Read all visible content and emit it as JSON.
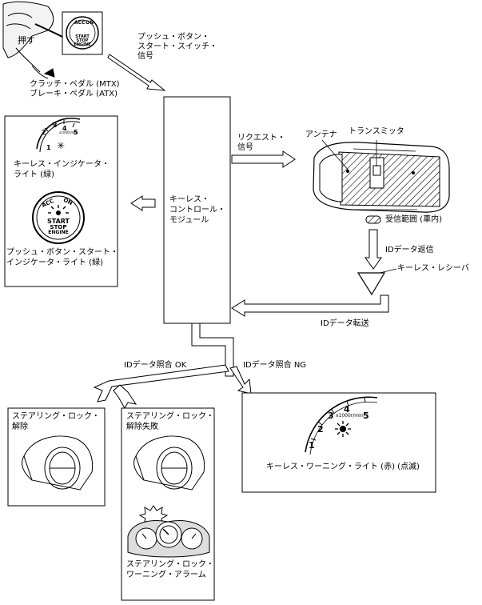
{
  "labels": {
    "push_button": [
      "プッシュ・ボタン・",
      "スタート・スイッチ・",
      "信号"
    ],
    "push_action": "押す",
    "pedal": [
      "クラッチ・ペダル (MTX)",
      "ブレーキ・ペダル (ATX)"
    ],
    "keyless_indicator": [
      "キーレス・インジケータ・",
      "ライト (緑)"
    ],
    "push_indicator": [
      "プッシュ・ボタン・スタート・",
      "インジケータ・ライト (緑)"
    ],
    "module": [
      "キーレス・",
      "コントロール・",
      "モジュール"
    ],
    "request_signal": [
      "リクエスト・",
      "信号"
    ],
    "antenna": "アンテナ",
    "transmitter": "トランスミッタ",
    "reception_range": "受信範囲 (車内)",
    "id_reply": "IDデータ返信",
    "receiver": "キーレス・レシーバ",
    "id_transfer": "IDデータ転送",
    "id_ok": "IDデータ照合 OK",
    "id_ng": "IDデータ照合 NG",
    "lock_release": [
      "ステアリング・ロック・",
      "解除"
    ],
    "lock_fail": [
      "ステアリング・ロック・",
      "解除失敗"
    ],
    "lock_alarm": [
      "ステアリング・ロック・",
      "ワーニング・アラーム"
    ],
    "warning_light": "キーレス・ワーニング・ライト (赤) (点滅)"
  },
  "button_face": {
    "acc": "ACC",
    "on": "ON",
    "lines": [
      "START",
      "STOP",
      "ENGINE"
    ]
  },
  "gauge_face": {
    "numbers": [
      "1",
      "2",
      "3",
      "4",
      "5"
    ],
    "unit": "x1000r/min"
  }
}
